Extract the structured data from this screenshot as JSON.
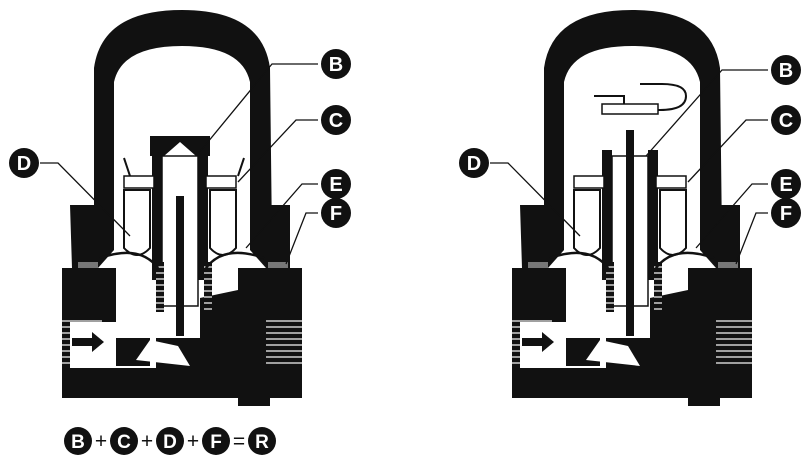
{
  "colors": {
    "ink": "#111111",
    "paper": "#ffffff",
    "grey": "#777777"
  },
  "left_view": {
    "callouts": {
      "b": "B",
      "c": "C",
      "d": "D",
      "e": "E",
      "f": "F"
    },
    "flow_arrow": "arrow-right-icon"
  },
  "right_view": {
    "callouts": {
      "b": "B",
      "c": "C",
      "d": "D",
      "e": "E",
      "f": "F"
    },
    "flow_arrow": "arrow-right-icon"
  },
  "equation": {
    "terms": [
      "B",
      "C",
      "D",
      "F"
    ],
    "plus": "+",
    "equals": "=",
    "result": "R"
  }
}
